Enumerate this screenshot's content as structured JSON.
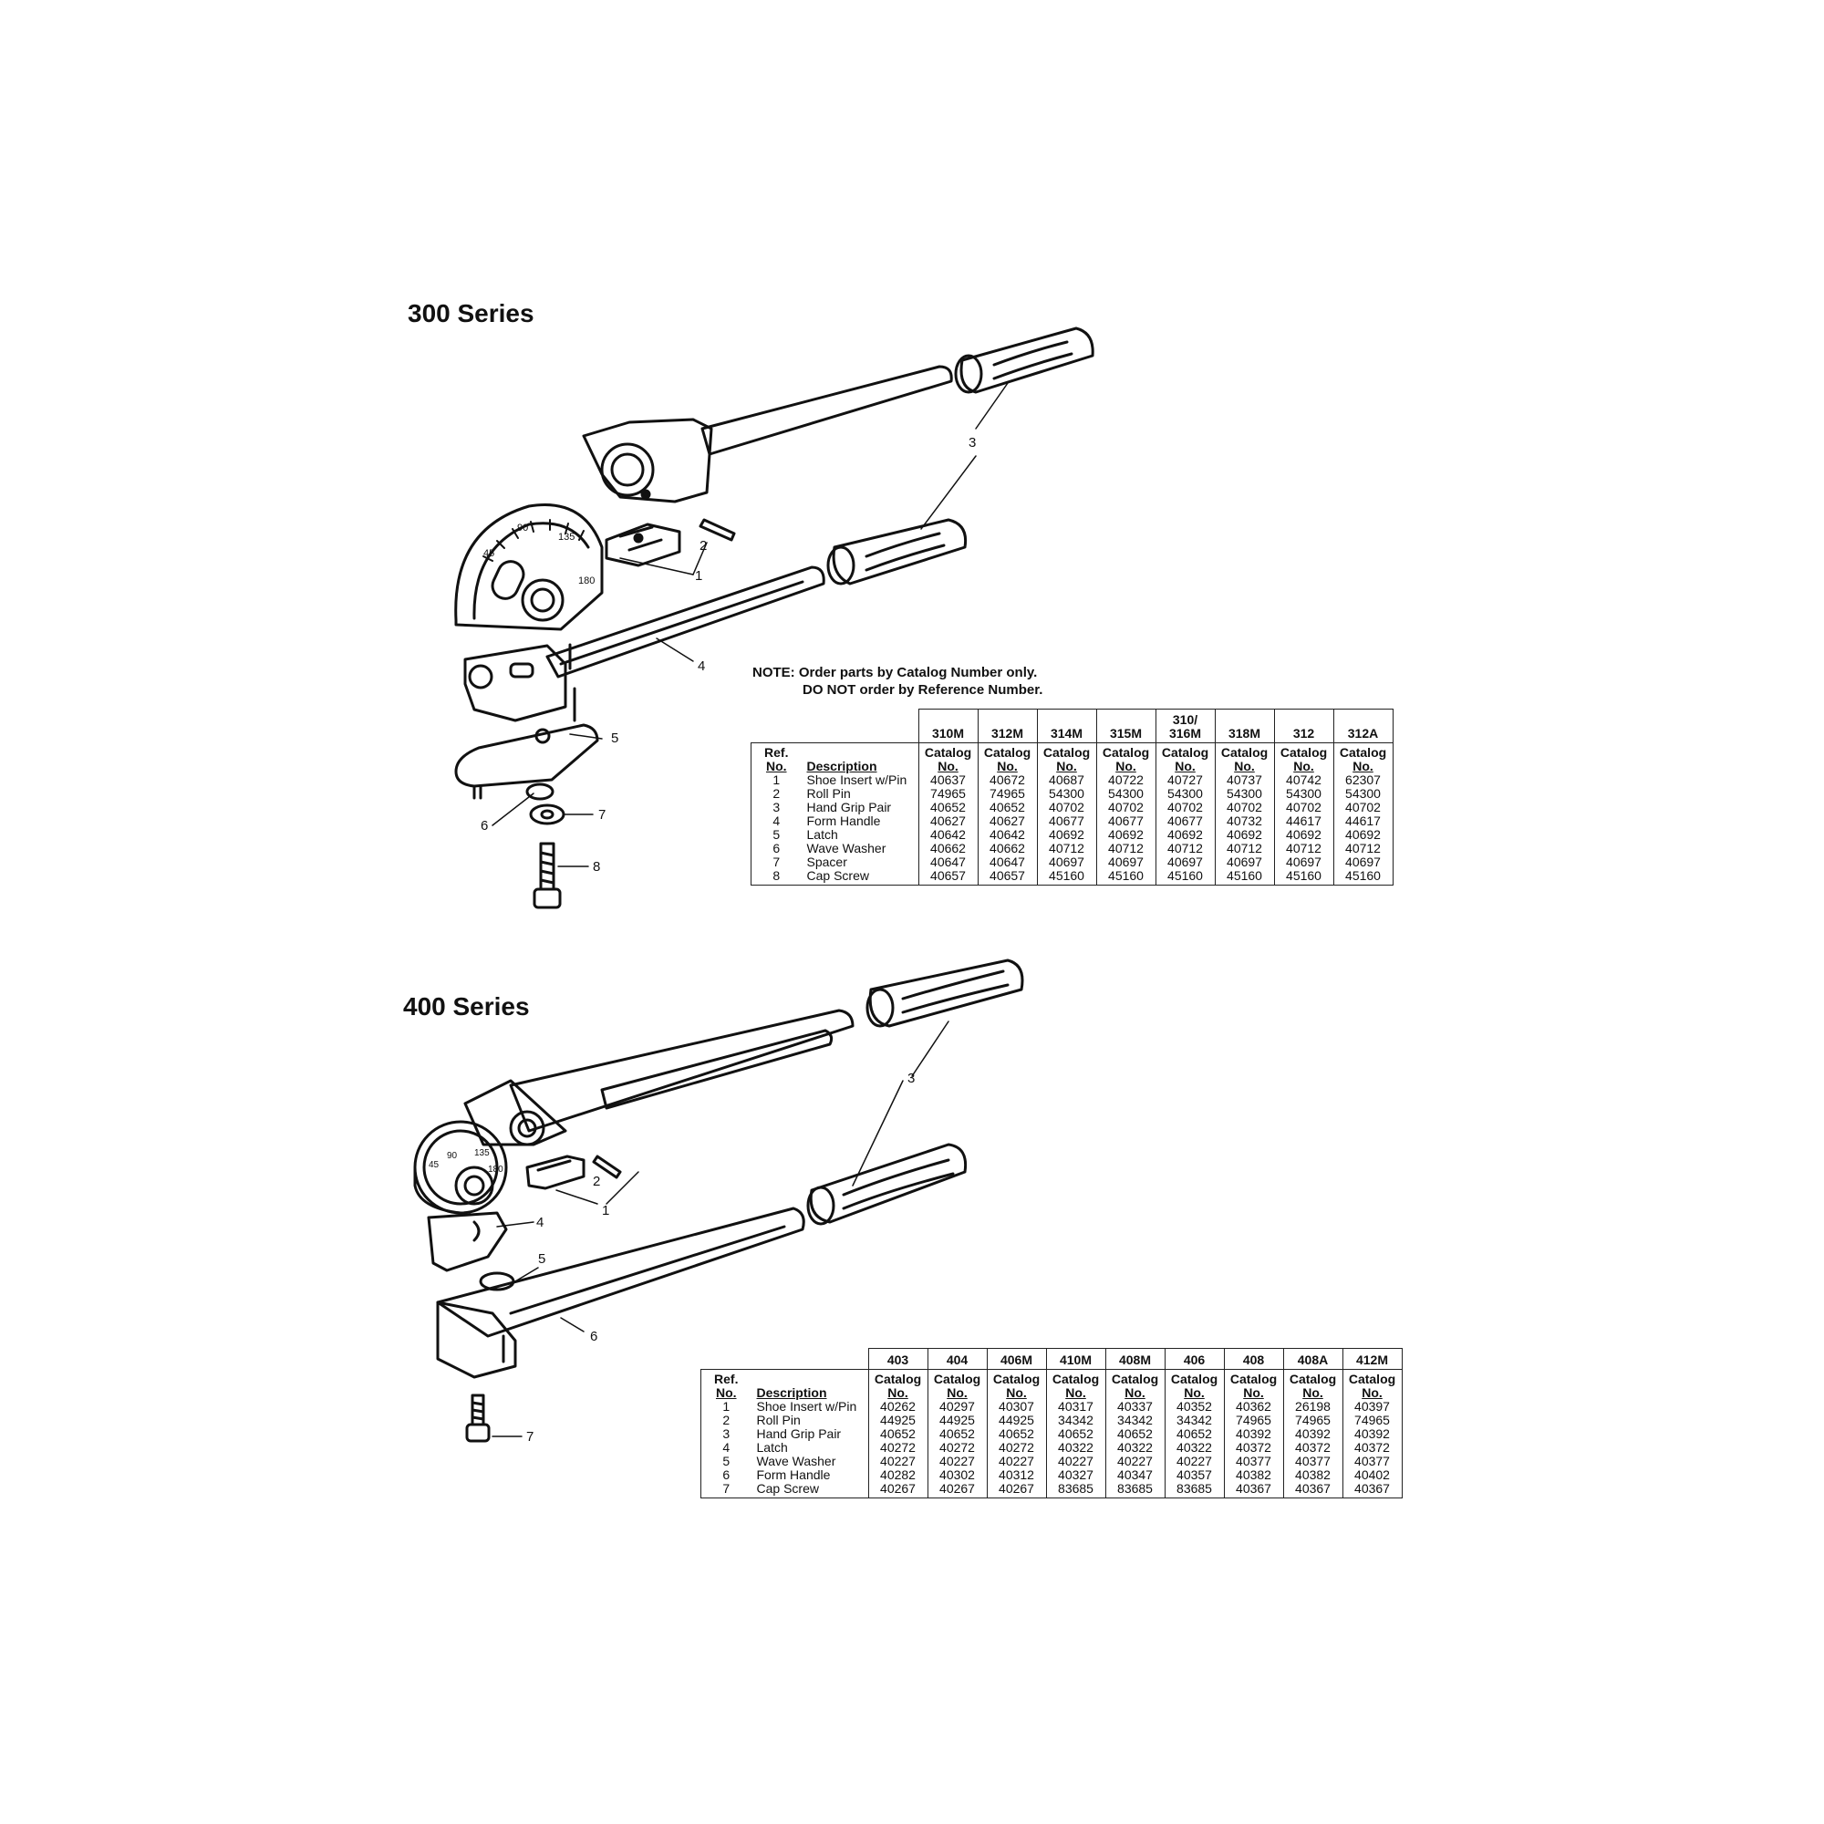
{
  "series300": {
    "title": "300 Series",
    "note_line1": "NOTE: Order parts by Catalog Number only.",
    "note_line2": "DO NOT order by Reference Number.",
    "callouts": [
      "1",
      "2",
      "3",
      "4",
      "5",
      "6",
      "7",
      "8"
    ],
    "dial_marks": [
      "90",
      "135",
      "45",
      "180"
    ],
    "table": {
      "ref_header": "Ref.",
      "ref_header2": "No.",
      "desc_header": "Description",
      "cat_header1": "Catalog",
      "cat_header2": "No.",
      "models": [
        "310M",
        "312M",
        "314M",
        "315M",
        "310/ 316M",
        "318M",
        "312",
        "312A"
      ],
      "rows": [
        {
          "ref": "1",
          "desc": "Shoe Insert w/Pin",
          "vals": [
            "40637",
            "40672",
            "40687",
            "40722",
            "40727",
            "40737",
            "40742",
            "62307"
          ]
        },
        {
          "ref": "2",
          "desc": "Roll Pin",
          "vals": [
            "74965",
            "74965",
            "54300",
            "54300",
            "54300",
            "54300",
            "54300",
            "54300"
          ]
        },
        {
          "ref": "3",
          "desc": "Hand Grip Pair",
          "vals": [
            "40652",
            "40652",
            "40702",
            "40702",
            "40702",
            "40702",
            "40702",
            "40702"
          ]
        },
        {
          "ref": "4",
          "desc": "Form Handle",
          "vals": [
            "40627",
            "40627",
            "40677",
            "40677",
            "40677",
            "40732",
            "44617",
            "44617"
          ]
        },
        {
          "ref": "5",
          "desc": "Latch",
          "vals": [
            "40642",
            "40642",
            "40692",
            "40692",
            "40692",
            "40692",
            "40692",
            "40692"
          ]
        },
        {
          "ref": "6",
          "desc": "Wave Washer",
          "vals": [
            "40662",
            "40662",
            "40712",
            "40712",
            "40712",
            "40712",
            "40712",
            "40712"
          ]
        },
        {
          "ref": "7",
          "desc": "Spacer",
          "vals": [
            "40647",
            "40647",
            "40697",
            "40697",
            "40697",
            "40697",
            "40697",
            "40697"
          ]
        },
        {
          "ref": "8",
          "desc": "Cap Screw",
          "vals": [
            "40657",
            "40657",
            "45160",
            "45160",
            "45160",
            "45160",
            "45160",
            "45160"
          ]
        }
      ]
    }
  },
  "series400": {
    "title": "400 Series",
    "callouts": [
      "1",
      "2",
      "3",
      "4",
      "5",
      "6",
      "7"
    ],
    "dial_marks": [
      "45",
      "90",
      "135",
      "180"
    ],
    "table": {
      "ref_header": "Ref.",
      "ref_header2": "No.",
      "desc_header": "Description",
      "cat_header1": "Catalog",
      "cat_header2": "No.",
      "models": [
        "403",
        "404",
        "406M",
        "410M",
        "408M",
        "406",
        "408",
        "408A",
        "412M"
      ],
      "rows": [
        {
          "ref": "1",
          "desc": "Shoe Insert w/Pin",
          "vals": [
            "40262",
            "40297",
            "40307",
            "40317",
            "40337",
            "40352",
            "40362",
            "26198",
            "40397"
          ]
        },
        {
          "ref": "2",
          "desc": "Roll Pin",
          "vals": [
            "44925",
            "44925",
            "44925",
            "34342",
            "34342",
            "34342",
            "74965",
            "74965",
            "74965"
          ]
        },
        {
          "ref": "3",
          "desc": "Hand Grip Pair",
          "vals": [
            "40652",
            "40652",
            "40652",
            "40652",
            "40652",
            "40652",
            "40392",
            "40392",
            "40392"
          ]
        },
        {
          "ref": "4",
          "desc": "Latch",
          "vals": [
            "40272",
            "40272",
            "40272",
            "40322",
            "40322",
            "40322",
            "40372",
            "40372",
            "40372"
          ]
        },
        {
          "ref": "5",
          "desc": "Wave Washer",
          "vals": [
            "40227",
            "40227",
            "40227",
            "40227",
            "40227",
            "40227",
            "40377",
            "40377",
            "40377"
          ]
        },
        {
          "ref": "6",
          "desc": "Form Handle",
          "vals": [
            "40282",
            "40302",
            "40312",
            "40327",
            "40347",
            "40357",
            "40382",
            "40382",
            "40402"
          ]
        },
        {
          "ref": "7",
          "desc": "Cap Screw",
          "vals": [
            "40267",
            "40267",
            "40267",
            "83685",
            "83685",
            "83685",
            "40367",
            "40367",
            "40367"
          ]
        }
      ]
    }
  }
}
